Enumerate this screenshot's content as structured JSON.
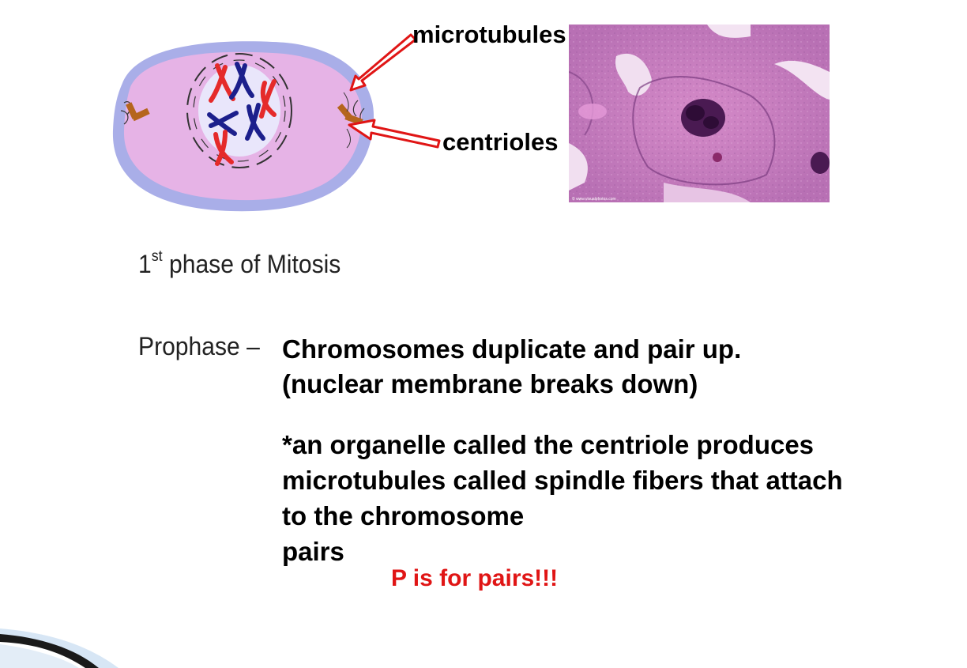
{
  "labels": {
    "microtubules": "microtubules",
    "centrioles": "centrioles"
  },
  "heading": {
    "ordinal": "1",
    "ordinal_suffix": "st",
    "rest": " phase of Mitosis"
  },
  "prophase": {
    "term": "Prophase –",
    "line1": "Chromosomes duplicate and pair up.",
    "line2": "(nuclear membrane breaks down)",
    "paragraph": [
      "*an organelle called the centriole produces",
      "microtubules called spindle fibers that attach",
      "to the chromosome",
      "pairs"
    ],
    "mnemonic": "P is for pairs!!!"
  },
  "micrograph": {
    "watermark": "© www.visualphotos.com"
  },
  "colors": {
    "cell_outer": "#a9aee8",
    "cytoplasm": "#e6b3e6",
    "nucleus": "#e9e6fb",
    "chromosome_red": "#e52a2a",
    "chromosome_blue": "#1c1f8c",
    "centriole": "#b5651d",
    "arrow": "#e01515",
    "accent_text": "#e01515"
  }
}
